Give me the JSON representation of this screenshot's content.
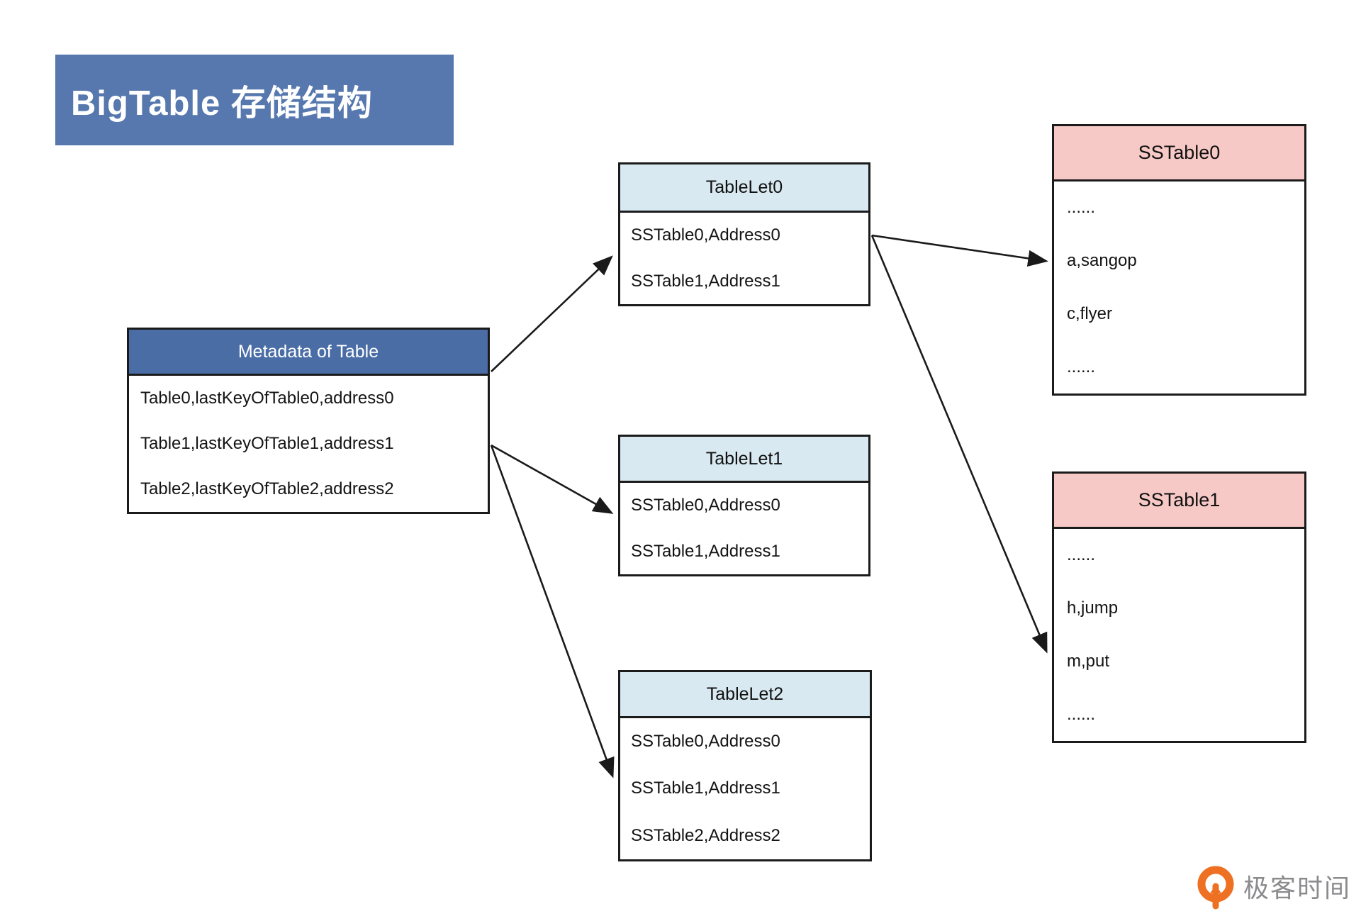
{
  "page": {
    "title_banner": "BigTable 存储结构"
  },
  "colors": {
    "title_banner_bg": "#5678ae",
    "metadata_header_bg": "#4a6da6",
    "tablelet_header_bg": "#d9e9f1",
    "sstable_header_bg": "#f7c9c6",
    "box_border": "#1b1b1b",
    "arrow": "#1a1a1a",
    "logo_orange": "#ee7022",
    "logo_text_gray": "#8b8b8e"
  },
  "diagram": {
    "metadata_table": {
      "header": "Metadata of Table",
      "rows": [
        "Table0,lastKeyOfTable0,address0",
        "Table1,lastKeyOfTable1,address1",
        "Table2,lastKeyOfTable2,address2"
      ]
    },
    "tablelet0": {
      "header": "TableLet0",
      "rows": [
        "SSTable0,Address0",
        "SSTable1,Address1"
      ]
    },
    "tablelet1": {
      "header": "TableLet1",
      "rows": [
        "SSTable0,Address0",
        "SSTable1,Address1"
      ]
    },
    "tablelet2": {
      "header": "TableLet2",
      "rows": [
        "SSTable0,Address0",
        "SSTable1,Address1",
        "SSTable2,Address2"
      ]
    },
    "sstable0": {
      "header": "SSTable0",
      "rows": [
        "......",
        "a,sangop",
        "c,flyer",
        "......"
      ]
    },
    "sstable1": {
      "header": "SSTable1",
      "rows": [
        "......",
        "h,jump",
        "m,put",
        "......"
      ]
    },
    "connections": [
      "metadata_table -> tablelet0",
      "metadata_table -> tablelet1",
      "metadata_table -> tablelet2",
      "tablelet0 -> sstable0 (a,sangop)",
      "tablelet0 -> sstable1 (m,put)"
    ]
  },
  "footer": {
    "logo_text": "极客时间"
  }
}
